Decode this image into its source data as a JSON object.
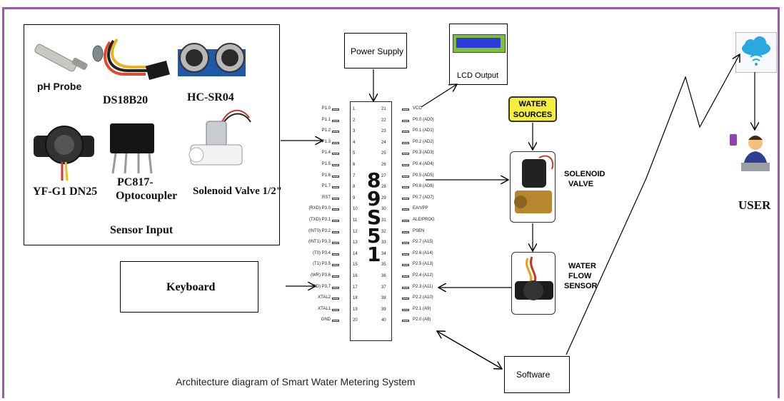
{
  "sensors": {
    "title": "Sensor Input",
    "ph_probe": "pH Probe",
    "ds18b20": "DS18B20",
    "hcsr04": "HC-SR04",
    "yf": "YF-G1 DN25",
    "pc817_a": "PC817-",
    "pc817_b": "Optocoupler",
    "solenoid": "Solenoid Valve 1/2\""
  },
  "power_supply": "Power Supply",
  "lcd_output": "LCD Output",
  "keyboard": "Keyboard",
  "software": "Software",
  "user": "USER",
  "water_sources_a": "WATER",
  "water_sources_b": "SOURCES",
  "solenoid_valve_a": "SOLENOID",
  "solenoid_valve_b": "VALVE",
  "water_flow_a": "WATER",
  "water_flow_b": "FLOW",
  "water_flow_c": "SENSOR",
  "caption": "Architecture diagram of Smart Water Metering System",
  "chip": {
    "name": [
      "8",
      "9",
      "S",
      "5",
      "1"
    ],
    "left_pins": [
      {
        "label": "P1.0",
        "num": "1"
      },
      {
        "label": "P1.1",
        "num": "2"
      },
      {
        "label": "P1.2",
        "num": "3"
      },
      {
        "label": "P1.3",
        "num": "4"
      },
      {
        "label": "P1.4",
        "num": "5"
      },
      {
        "label": "P1.5",
        "num": "6"
      },
      {
        "label": "P1.6",
        "num": "7"
      },
      {
        "label": "P1.7",
        "num": "8"
      },
      {
        "label": "RST",
        "num": "9"
      },
      {
        "label": "(RXD) P3.0",
        "num": "10"
      },
      {
        "label": "(TXD) P3.1",
        "num": "11"
      },
      {
        "label": "(INT0) P3.2",
        "num": "12"
      },
      {
        "label": "(INT1) P3.3",
        "num": "13"
      },
      {
        "label": "(T0) P3.4",
        "num": "14"
      },
      {
        "label": "(T1) P3.5",
        "num": "15"
      },
      {
        "label": "(WR) P3.6",
        "num": "16"
      },
      {
        "label": "(RD) P3.7",
        "num": "17"
      },
      {
        "label": "XTAL2",
        "num": "18"
      },
      {
        "label": "XTAL1",
        "num": "19"
      },
      {
        "label": "GND",
        "num": "20"
      }
    ],
    "right_pins": [
      {
        "label": "VCC",
        "num": "21"
      },
      {
        "label": "P0.0 (AD0)",
        "num": "22"
      },
      {
        "label": "P0.1 (AD1)",
        "num": "23"
      },
      {
        "label": "P0.2 (AD2)",
        "num": "24"
      },
      {
        "label": "P0.3 (AD3)",
        "num": "25"
      },
      {
        "label": "P0.4 (AD4)",
        "num": "26"
      },
      {
        "label": "P0.5 (AD5)",
        "num": "27"
      },
      {
        "label": "P0.6 (AD6)",
        "num": "28"
      },
      {
        "label": "P0.7 (AD7)",
        "num": "29"
      },
      {
        "label": "EA/VPP",
        "num": "30"
      },
      {
        "label": "ALE/PROG",
        "num": "31"
      },
      {
        "label": "PSEN",
        "num": "32"
      },
      {
        "label": "P2.7 (A15)",
        "num": "33"
      },
      {
        "label": "P2.6 (A14)",
        "num": "34"
      },
      {
        "label": "P2.5 (A13)",
        "num": "35"
      },
      {
        "label": "P2.4 (A12)",
        "num": "36"
      },
      {
        "label": "P2.3 (A11)",
        "num": "37"
      },
      {
        "label": "P2.2 (A10)",
        "num": "38"
      },
      {
        "label": "P2.1 (A9)",
        "num": "39"
      },
      {
        "label": "P2.0 (A8)",
        "num": "40"
      }
    ]
  },
  "colors": {
    "frame": "#9b59a8",
    "water_badge": "#f5ef3c",
    "lcd_screen": "#2b3fd8",
    "cloud": "#29a9e0"
  },
  "icons": [
    "ph-probe-icon",
    "temperature-sensor-icon",
    "ultrasonic-sensor-icon",
    "flow-sensor-icon",
    "optocoupler-icon",
    "solenoid-valve-icon",
    "cloud-icon",
    "user-icon",
    "lcd-icon"
  ]
}
